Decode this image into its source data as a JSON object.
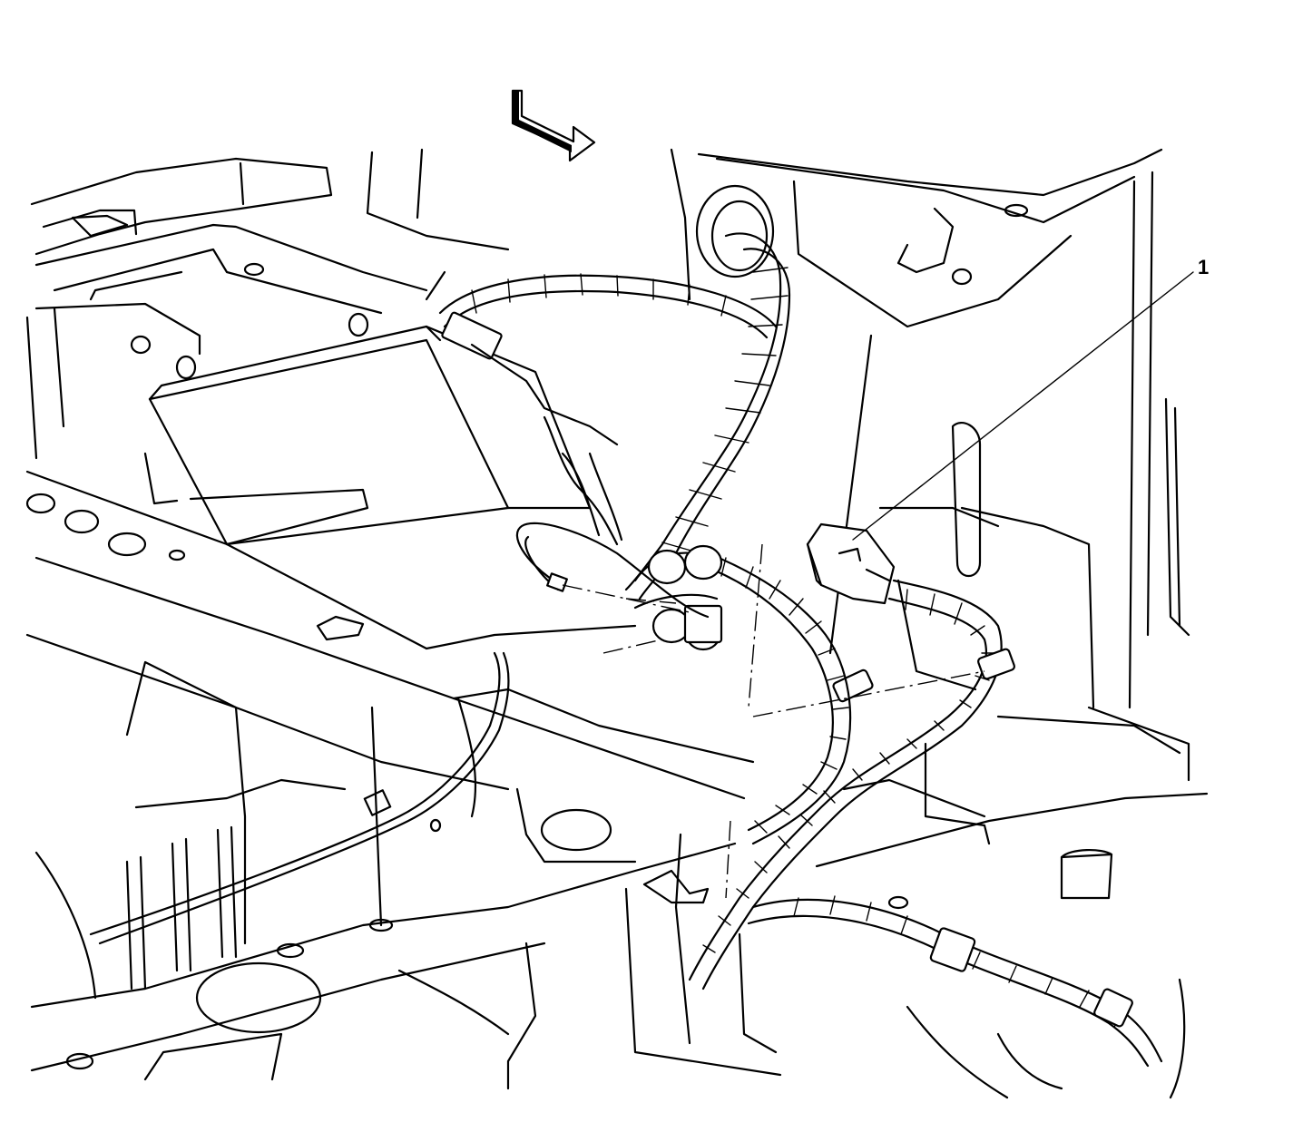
{
  "diagram": {
    "callouts": [
      {
        "id": "1",
        "label": "1",
        "target": "harness-connector"
      }
    ],
    "view_arrow_icon": "forward-view-arrow-icon",
    "colors": {
      "line": "#000000",
      "background": "#ffffff"
    }
  }
}
